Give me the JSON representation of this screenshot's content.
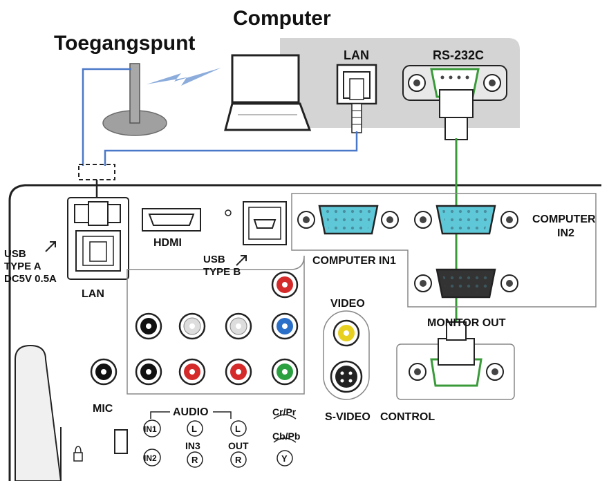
{
  "title_computer": "Computer",
  "title_access_point": "Toegangspunt",
  "computer_ports": {
    "lan": "LAN",
    "rs232c": "RS-232C"
  },
  "panel": {
    "usb_type_a_line1": "USB",
    "usb_type_a_line2": "TYPE A",
    "usb_type_a_line3": "DC5V 0.5A",
    "lan": "LAN",
    "hdmi": "HDMI",
    "usb_type_b_line1": "USB",
    "usb_type_b_line2": "TYPE B",
    "computer_in1": "COMPUTER IN1",
    "computer_in2_line1": "COMPUTER",
    "computer_in2_line2": "IN2",
    "monitor_out": "MONITOR OUT",
    "video": "VIDEO",
    "s_video": "S-VIDEO",
    "control": "CONTROL",
    "mic": "MIC",
    "audio": "AUDIO",
    "in1": "IN1",
    "in2": "IN2",
    "in3": "IN3",
    "out": "OUT",
    "L": "L",
    "R": "R",
    "cr_pr": "Cr/Pr",
    "cb_pb": "Cb/Pb",
    "y": "Y"
  },
  "colors": {
    "cable_blue": "#4a78c8",
    "cable_green": "#3a9a3a",
    "wifi_blue": "#6a8fd0",
    "computer_box": "#d4d4d4",
    "vga_cyan": "#5fc8d8",
    "rca_red": "#d42a2a",
    "rca_blue": "#2a6fc8",
    "rca_green": "#2aa040",
    "rca_yellow": "#e8d020"
  }
}
